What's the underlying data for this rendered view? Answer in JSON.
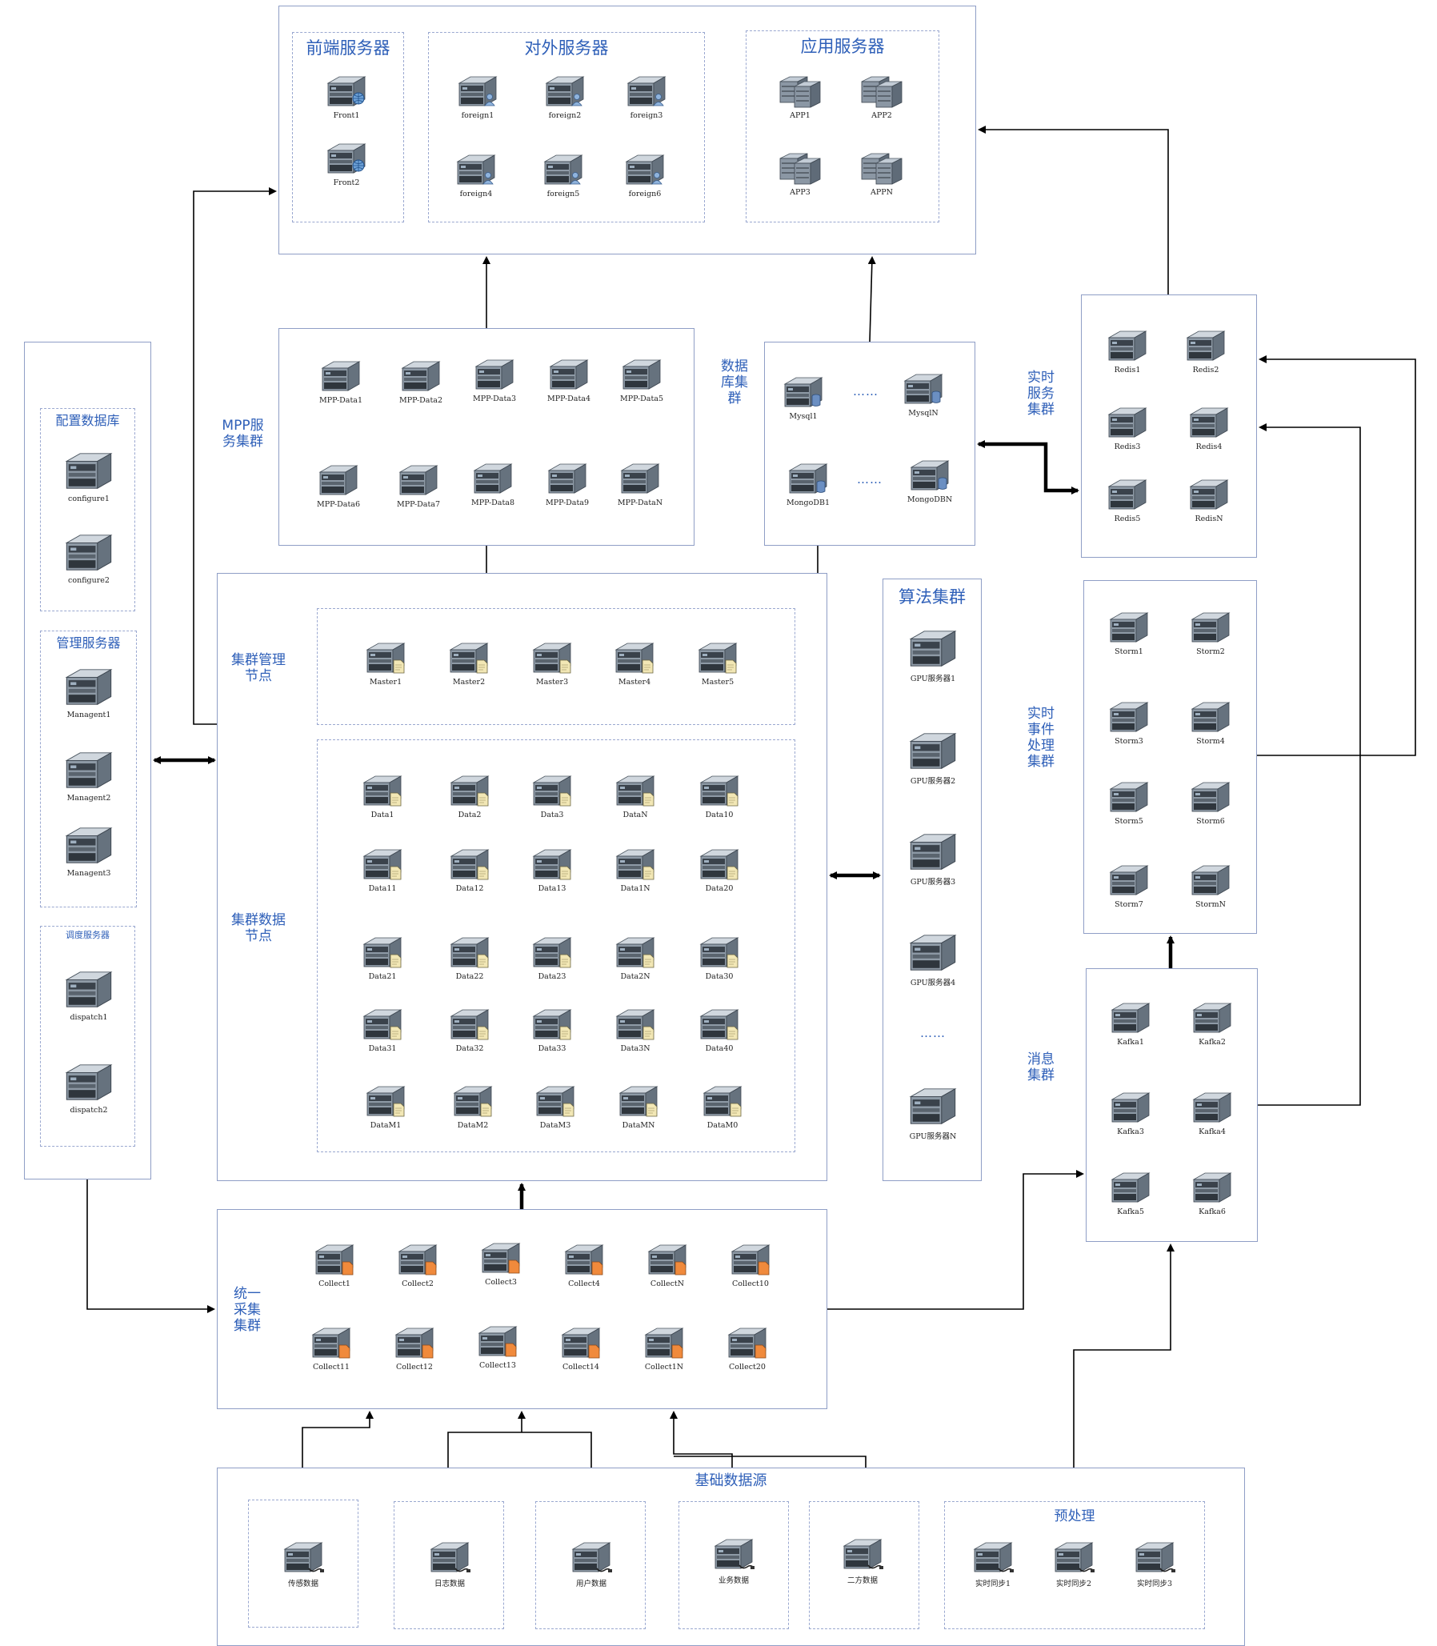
{
  "titles": {
    "front": "前端服务器",
    "foreign": "对外服务器",
    "app": "应用服务器",
    "mpp": "MPP服务集群",
    "db": "数据库集群",
    "redis": "实时服务集群",
    "config": "配置数据库",
    "manage": "管理服务器",
    "dispatch": "调度服务器",
    "master": "集群管理节点",
    "datanode": "集群数据节点",
    "algo": "算法集群",
    "storm": "实时事件处理集群",
    "kafka": "消息集群",
    "collect": "统一采集集群",
    "base": "基础数据源",
    "preprocess": "预处理"
  },
  "dots": "……",
  "front_nodes": [
    "Front1",
    "Front2"
  ],
  "foreign_nodes": [
    "foreign1",
    "foreign2",
    "foreign3",
    "foreign4",
    "foreign5",
    "foreign6"
  ],
  "app_nodes": [
    "APP1",
    "APP2",
    "APP3",
    "APPN"
  ],
  "mpp_nodes": [
    "MPP-Data1",
    "MPP-Data2",
    "MPP-Data3",
    "MPP-Data4",
    "MPP-Data5",
    "MPP-Data6",
    "MPP-Data7",
    "MPP-Data8",
    "MPP-Data9",
    "MPP-DataN"
  ],
  "db_nodes": [
    "Mysql1",
    "MysqlN",
    "MongoDB1",
    "MongoDBN"
  ],
  "redis_nodes": [
    "Redis1",
    "Redis2",
    "Redis3",
    "Redis4",
    "Redis5",
    "RedisN"
  ],
  "config_nodes": [
    "configure1",
    "configure2"
  ],
  "manage_nodes": [
    "Managent1",
    "Managent2",
    "Managent3"
  ],
  "dispatch_nodes": [
    "dispatch1",
    "dispatch2"
  ],
  "master_nodes": [
    "Master1",
    "Master2",
    "Master3",
    "Master4",
    "Master5"
  ],
  "data_nodes": [
    "Data1",
    "Data2",
    "Data3",
    "DataN",
    "Data10",
    "Data11",
    "Data12",
    "Data13",
    "Data1N",
    "Data20",
    "Data21",
    "Data22",
    "Data23",
    "Data2N",
    "Data30",
    "Data31",
    "Data32",
    "Data33",
    "Data3N",
    "Data40",
    "DataM1",
    "DataM2",
    "DataM3",
    "DataMN",
    "DataM0"
  ],
  "gpu_nodes": [
    "GPU服务器1",
    "GPU服务器2",
    "GPU服务器3",
    "GPU服务器4",
    "GPU服务器N"
  ],
  "storm_nodes": [
    "Storm1",
    "Storm2",
    "Storm3",
    "Storm4",
    "Storm5",
    "Storm6",
    "Storm7",
    "StormN"
  ],
  "kafka_nodes": [
    "Kafka1",
    "Kafka2",
    "Kafka3",
    "Kafka4",
    "Kafka5",
    "Kafka6"
  ],
  "collect_nodes": [
    "Collect1",
    "Collect2",
    "Collect3",
    "Collect4",
    "CollectN",
    "Collect10",
    "Collect11",
    "Collect12",
    "Collect13",
    "Collect14",
    "Collect1N",
    "Collect20"
  ],
  "source_nodes": [
    "传感数据",
    "日志数据",
    "用户数据",
    "业务数据",
    "二方数据"
  ],
  "sync_nodes": [
    "实时同步1",
    "实时同步2",
    "实时同步3"
  ],
  "colors": {
    "frame": "#8f9ec6",
    "title": "#2e5fb8",
    "accent_orange": "#f08a3c",
    "accent_blue": "#4a86c8",
    "accent_doc": "#f2e7b5",
    "line": "#000000"
  },
  "icons": [
    "server-icon",
    "server-globe-icon",
    "server-user-icon",
    "server-stack-icon",
    "server-database-icon",
    "server-document-icon",
    "server-orange-icon",
    "server-cable-icon"
  ]
}
